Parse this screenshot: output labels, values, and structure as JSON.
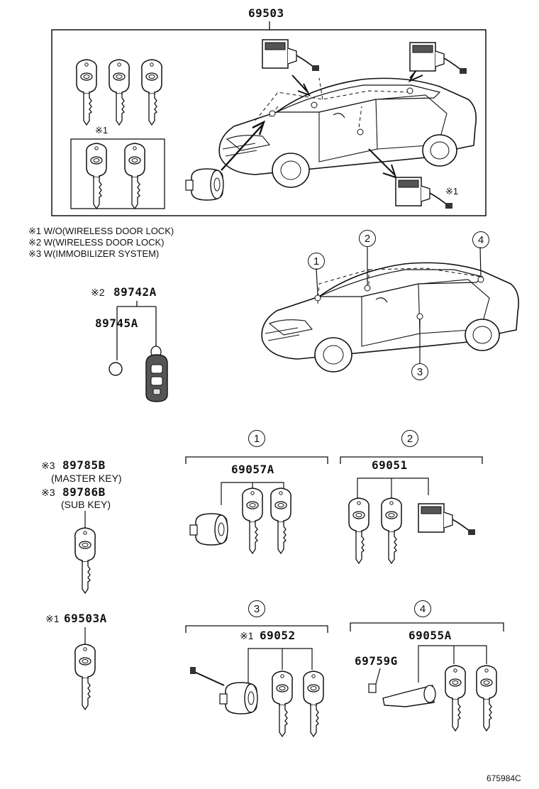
{
  "parts": {
    "p69503": "69503",
    "p89742a": "89742A",
    "p89742a_mark": "※2",
    "p89745a": "89745A",
    "p89785b": "89785B",
    "p89785b_mark": "※3",
    "p89785b_note": "(MASTER KEY)",
    "p89786b": "89786B",
    "p89786b_mark": "※3",
    "p89786b_note": "(SUB KEY)",
    "p69503a": "69503A",
    "p69503a_mark": "※1",
    "p69057a": "69057A",
    "p69051": "69051",
    "p69052": "69052",
    "p69052_mark": "※1",
    "p69055a": "69055A",
    "p69759g": "69759G"
  },
  "notes": {
    "n1": "※1 W/O(WIRELESS DOOR LOCK)",
    "n2": "※2 W(WIRELESS DOOR LOCK)",
    "n3": "※3 W(IMMOBILIZER SYSTEM)",
    "inset_mark": "※1",
    "door_mark": "※1"
  },
  "callouts": {
    "c1": "1",
    "c2": "2",
    "c3": "3",
    "c4": "4"
  },
  "diagram_code": "675984C"
}
